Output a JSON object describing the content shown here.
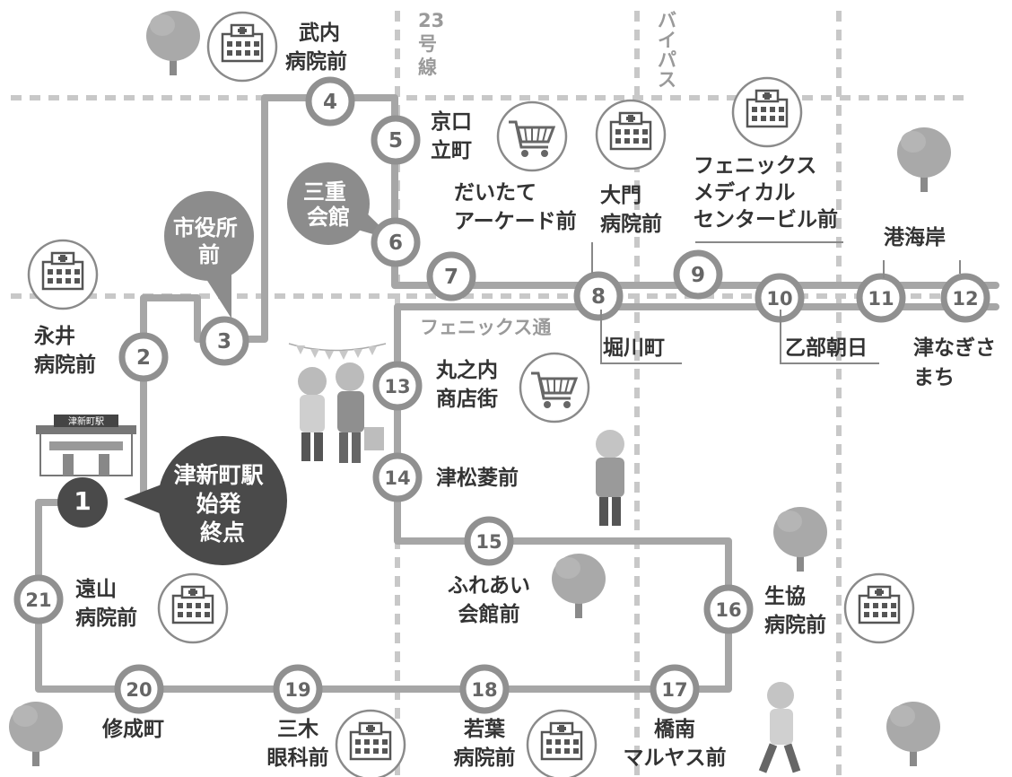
{
  "colors": {
    "route": "#a6a6a6",
    "stop_border": "#909090",
    "stop_fill": "#ffffff",
    "terminal": "#4a4a4a",
    "bubble_gray": "#8c8c8c",
    "road": "#c8c8c8",
    "text": "#333333"
  },
  "roads": {
    "route23": "23\n号\n線",
    "bypass": "バ\nイ\nパ\nス",
    "phoenix_street": "フェニックス通"
  },
  "bubbles": {
    "city_hall": "市役所\n前",
    "mie_kaikan": "三重\n会館",
    "terminal": "津新町駅\n始発\n終点"
  },
  "station_sign": "津新町駅",
  "stops": [
    {
      "num": "1",
      "label": "",
      "icon": "train-station-icon"
    },
    {
      "num": "2",
      "label": "永井\n病院前",
      "icon": "hospital-icon"
    },
    {
      "num": "3",
      "label": "",
      "icon": ""
    },
    {
      "num": "4",
      "label": "武内\n病院前",
      "icon": "hospital-icon"
    },
    {
      "num": "5",
      "label": "京口\n立町",
      "icon": "shopping-cart-icon"
    },
    {
      "num": "6",
      "label": "",
      "icon": ""
    },
    {
      "num": "7",
      "label": "だいたて\nアーケード前",
      "icon": ""
    },
    {
      "num": "8",
      "label": "大門\n病院前",
      "icon": "hospital-icon"
    },
    {
      "num": "9",
      "label": "フェニックス\nメディカル\nセンタービル前",
      "icon": "hospital-icon"
    },
    {
      "num": "10",
      "label": "乙部朝日",
      "icon": ""
    },
    {
      "num": "11",
      "label": "港海岸",
      "icon": "tree-icon"
    },
    {
      "num": "12",
      "label": "津なぎさ\nまち",
      "icon": ""
    },
    {
      "num": "13",
      "label": "丸之内\n商店街",
      "icon": "shopping-cart-icon"
    },
    {
      "num": "14",
      "label": "津松菱前",
      "icon": ""
    },
    {
      "num": "15",
      "label": "ふれあい\n会館前",
      "icon": "tree-icon"
    },
    {
      "num": "16",
      "label": "生協\n病院前",
      "icon": "hospital-icon"
    },
    {
      "num": "17",
      "label": "橋南\nマルヤス前",
      "icon": ""
    },
    {
      "num": "18",
      "label": "若葉\n病院前",
      "icon": "hospital-icon"
    },
    {
      "num": "19",
      "label": "三木\n眼科前",
      "icon": "hospital-icon"
    },
    {
      "num": "20",
      "label": "修成町",
      "icon": ""
    },
    {
      "num": "21",
      "label": "遠山\n病院前",
      "icon": "hospital-icon"
    }
  ],
  "extra_labels": {
    "horikawa": "堀川町"
  }
}
